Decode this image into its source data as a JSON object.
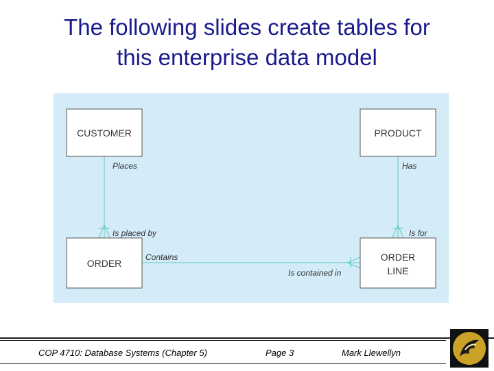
{
  "slide": {
    "title_line1": "The following slides create tables for",
    "title_line2": "this enterprise data model"
  },
  "diagram": {
    "entities": {
      "customer": "CUSTOMER",
      "product": "PRODUCT",
      "order": "ORDER",
      "order_line_1": "ORDER",
      "order_line_2": "LINE"
    },
    "relationships": {
      "places": "Places",
      "is_placed_by": "Is placed by",
      "has": "Has",
      "is_for": "Is for",
      "contains": "Contains",
      "is_contained_in": "Is contained in"
    }
  },
  "footer": {
    "course": "COP 4710: Database Systems  (Chapter 5)",
    "page": "Page 3",
    "author": "Mark Llewellyn"
  },
  "colors": {
    "title": "#1a1a8c",
    "panel_background": "#d3ecf8",
    "connector": "#5fc9c2",
    "entity_border": "#555555"
  }
}
